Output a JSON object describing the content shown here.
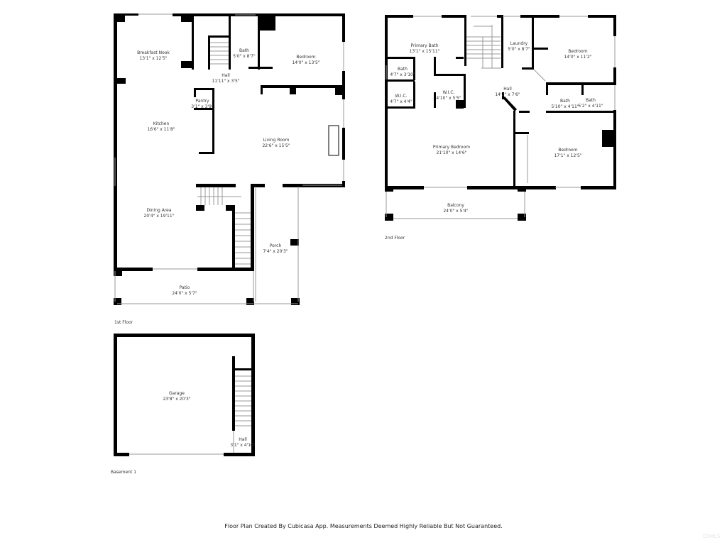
{
  "floors": {
    "first": {
      "label": "1st Floor",
      "rooms": [
        {
          "name": "Breakfast Nook",
          "dim": "13'1\" x 12'5\""
        },
        {
          "name": "Bath",
          "dim": "5'0\" x 8'7\""
        },
        {
          "name": "Bedroom",
          "dim": "14'0\" x 13'5\""
        },
        {
          "name": "Hall",
          "dim": "11'11\" x 3'5\""
        },
        {
          "name": "Pantry",
          "dim": "3'1\" x 3'9\""
        },
        {
          "name": "Kitchen",
          "dim": "16'6\" x 11'8\""
        },
        {
          "name": "Living Room",
          "dim": "22'6\" x 15'5\""
        },
        {
          "name": "Dining Area",
          "dim": "20'4\" x 19'11\""
        },
        {
          "name": "Porch",
          "dim": "7'4\" x 20'3\""
        },
        {
          "name": "Patio",
          "dim": "24'0\" x 5'7\""
        }
      ]
    },
    "second": {
      "label": "2nd Floor",
      "rooms": [
        {
          "name": "Primary Bath",
          "dim": "13'1\" x 15'11\""
        },
        {
          "name": "Laundry",
          "dim": "5'0\" x 8'7\""
        },
        {
          "name": "Bedroom",
          "dim": "14'0\" x 11'2\""
        },
        {
          "name": "Bath",
          "dim": "4'7\" x 3'10\""
        },
        {
          "name": "W.I.C.",
          "dim": "4'7\" x 4'4\""
        },
        {
          "name": "W.I.C.",
          "dim": "4'10\" x 5'5\""
        },
        {
          "name": "Hall",
          "dim": "14'2\" x 7'6\""
        },
        {
          "name": "Bath",
          "dim": "5'10\" x 4'11\""
        },
        {
          "name": "Bath",
          "dim": "5'2\" x 4'11\""
        },
        {
          "name": "Primary Bedroom",
          "dim": "21'10\" x 14'6\""
        },
        {
          "name": "Bedroom",
          "dim": "17'1\" x 12'5\""
        },
        {
          "name": "Balcony",
          "dim": "24'0\" x 5'4\""
        }
      ]
    },
    "basement": {
      "label": "Basement 1",
      "rooms": [
        {
          "name": "Garage",
          "dim": "23'8\" x 20'3\""
        },
        {
          "name": "Hall",
          "dim": "3'1\" x 4'10\""
        }
      ]
    }
  },
  "footer": {
    "disclaimer": "Floor Plan Created By Cubicasa App. Measurements Deemed Highly Reliable But Not Guaranteed."
  },
  "watermark": "CRMLS",
  "colors": {
    "wall": "#000000",
    "window": "#cccccc",
    "background": "#ffffff"
  }
}
